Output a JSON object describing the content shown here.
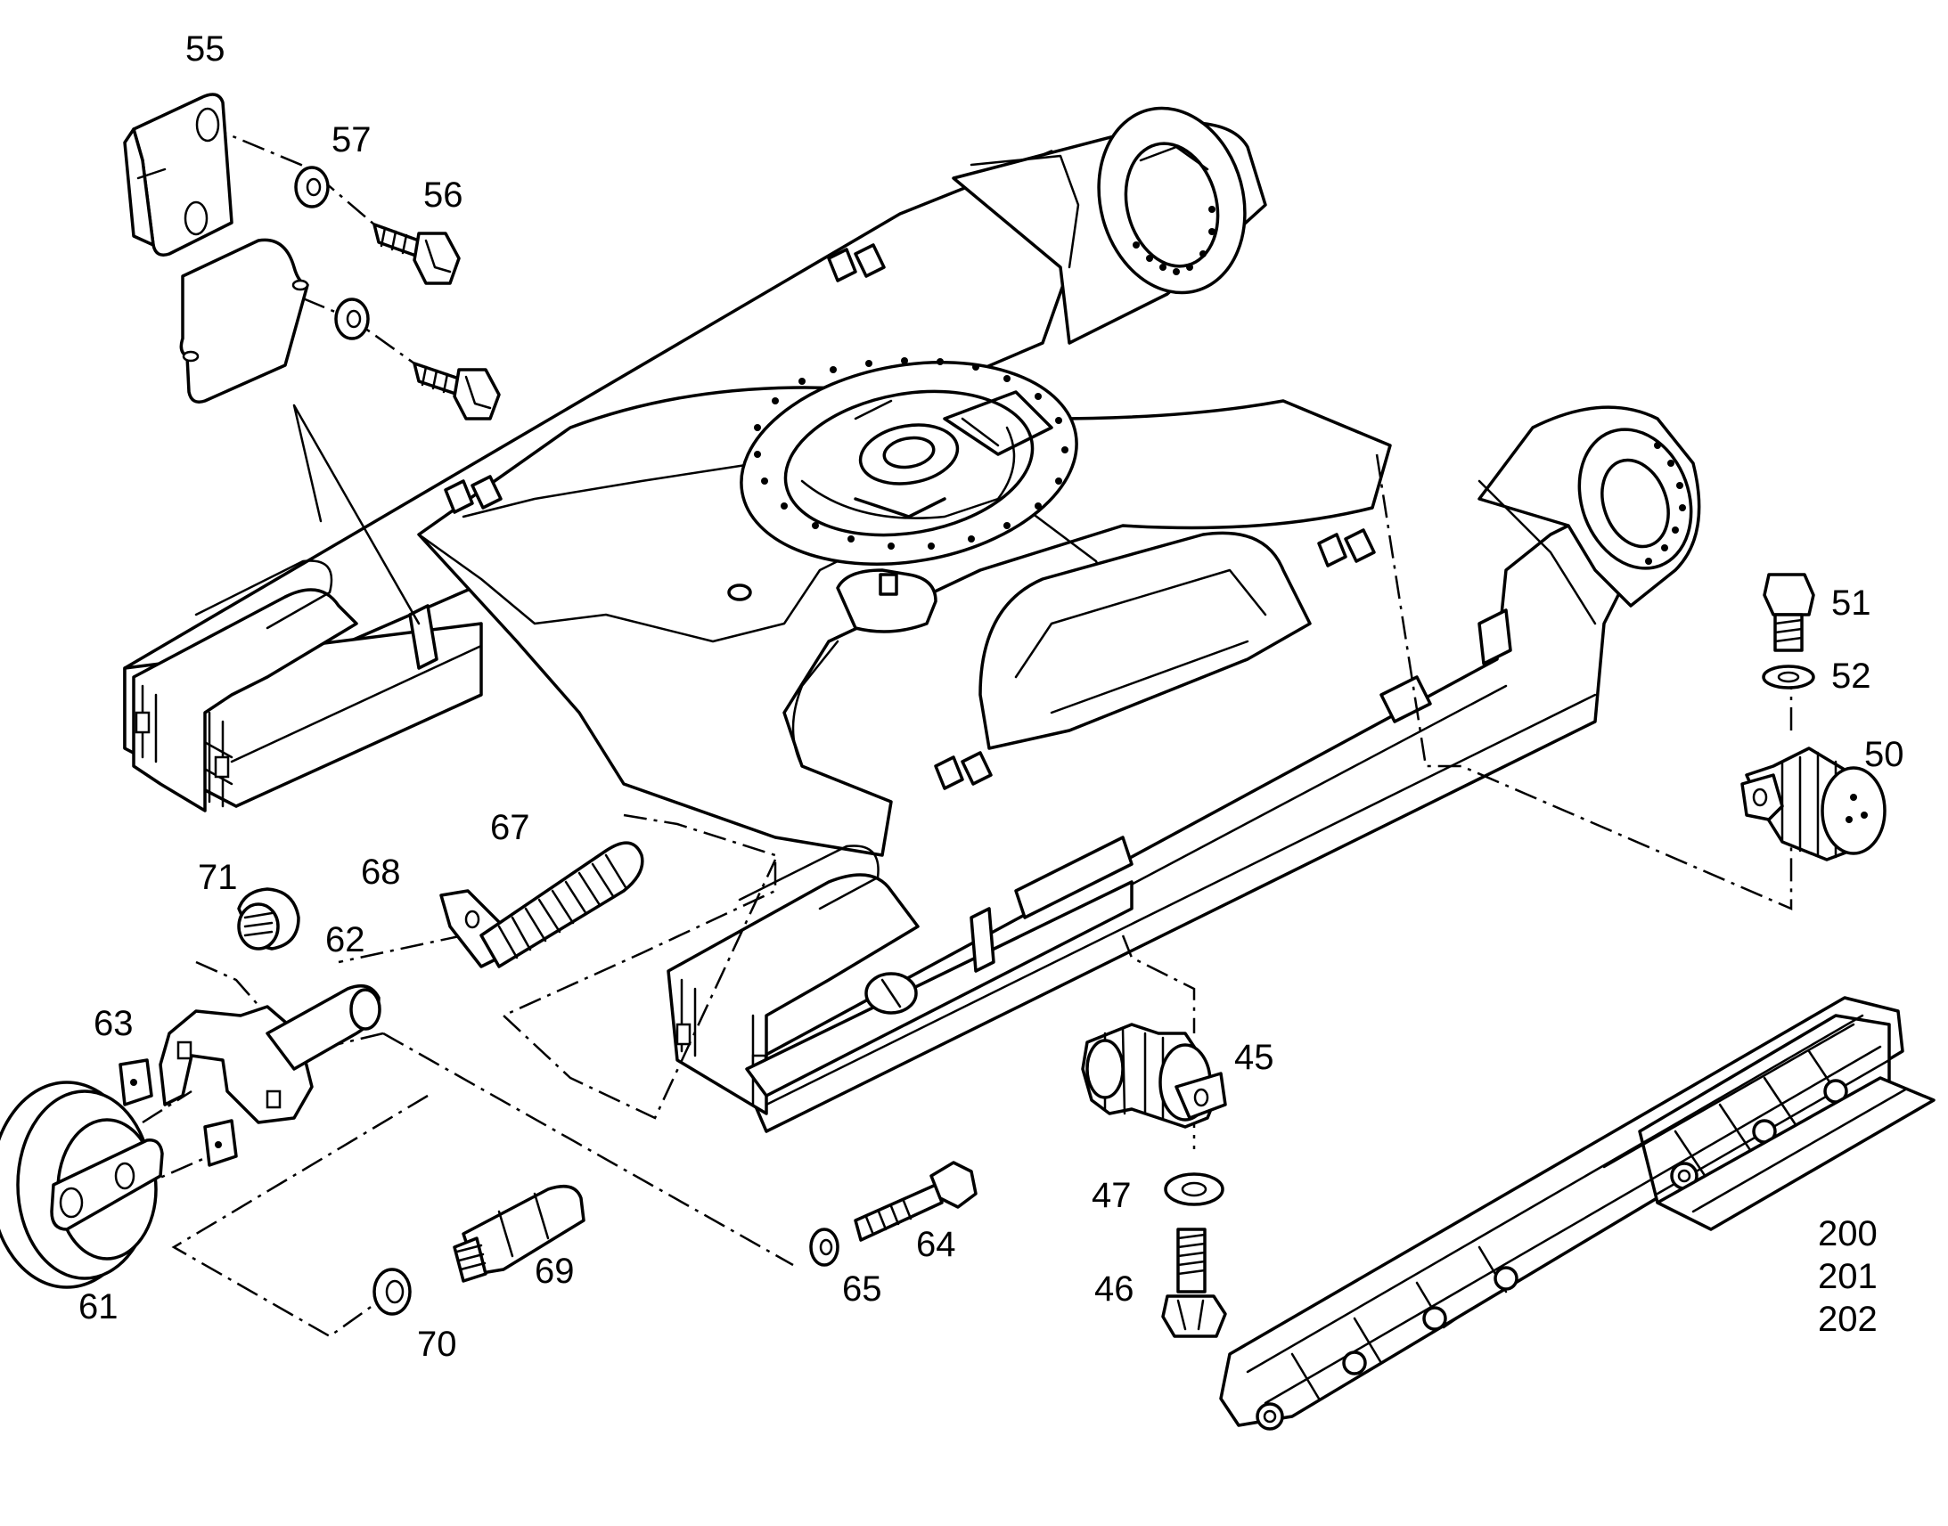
{
  "callouts": {
    "c45": "45",
    "c46": "46",
    "c47": "47",
    "c50": "50",
    "c51": "51",
    "c52": "52",
    "c55": "55",
    "c56": "56",
    "c57": "57",
    "c61": "61",
    "c62": "62",
    "c63": "63",
    "c64": "64",
    "c65": "65",
    "c67": "67",
    "c68": "68",
    "c69": "69",
    "c70": "70",
    "c71": "71",
    "c200": "200",
    "c201": "201",
    "c202": "202"
  }
}
